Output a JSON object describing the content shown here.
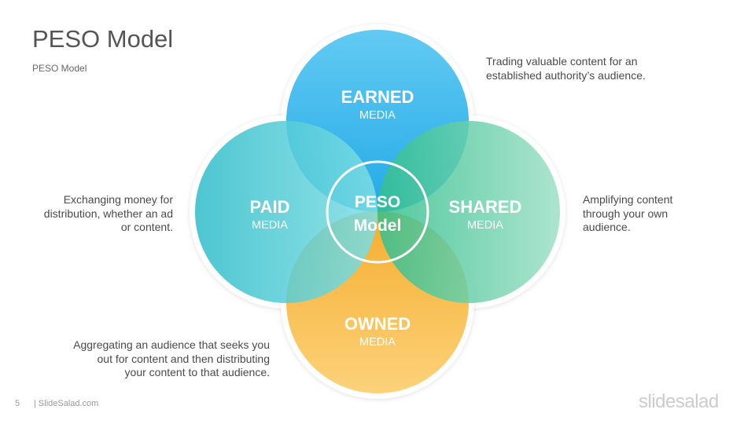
{
  "header": {
    "title": "PESO Model",
    "subtitle": "PESO Model"
  },
  "diagram": {
    "circles": {
      "earned": {
        "title": "EARNED",
        "sub": "MEDIA",
        "color_top": "#5cc8f2",
        "color_bottom": "#1aa6e6"
      },
      "paid": {
        "title": "PAID",
        "sub": "MEDIA",
        "color_left": "#2ebcc9",
        "color_right": "#7fdee4"
      },
      "shared": {
        "title": "SHARED",
        "sub": "MEDIA",
        "color_left": "#33bf8e",
        "color_right": "#9ee0c6"
      },
      "owned": {
        "title": "OWNED",
        "sub": "MEDIA",
        "color_top": "#f4ad2f",
        "color_bottom": "#fdd27a"
      }
    },
    "center": {
      "line1": "PESO",
      "line2": "Model"
    }
  },
  "descriptions": {
    "earned": [
      "Trading valuable content for an",
      "established authority’s audience."
    ],
    "shared": [
      "Amplifying content",
      "through your own",
      "audience."
    ],
    "paid": [
      "Exchanging money for",
      "distribution, whether an ad",
      "or content."
    ],
    "owned": [
      "Aggregating an audience that seeks you",
      "out for content and then distributing",
      "your content to that audience."
    ]
  },
  "footer": {
    "page_number": "5",
    "site": "| SlideSalad.com",
    "logo": "slidesalad"
  }
}
